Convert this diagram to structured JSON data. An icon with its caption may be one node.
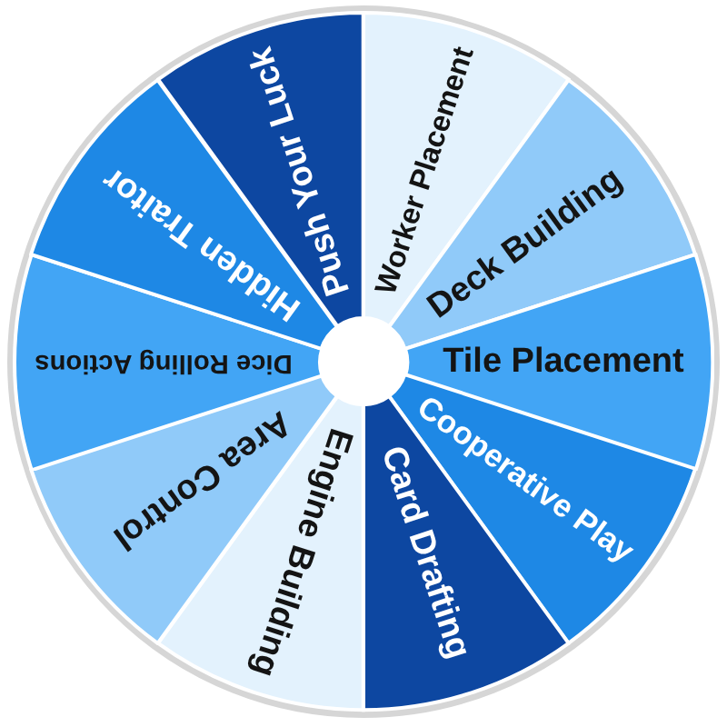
{
  "diagram": {
    "nodes": [
      {
        "text": [
          "Worker Placement"
        ]
      },
      {
        "text": [
          "Deck Building"
        ]
      },
      {
        "text": [
          "Tile Placement"
        ]
      },
      {
        "text": [
          "Cooperative Play"
        ]
      },
      {
        "text": [
          "Card Drafting"
        ]
      },
      {
        "text": [
          "Engine Building"
        ]
      },
      {
        "text": [
          "Area Control"
        ]
      },
      {
        "text": [
          "Dice Rolling Actions"
        ]
      },
      {
        "text": [
          "Hidden Traitor"
        ]
      },
      {
        "text": [
          "Push Your Luck"
        ]
      }
    ]
  }
}
